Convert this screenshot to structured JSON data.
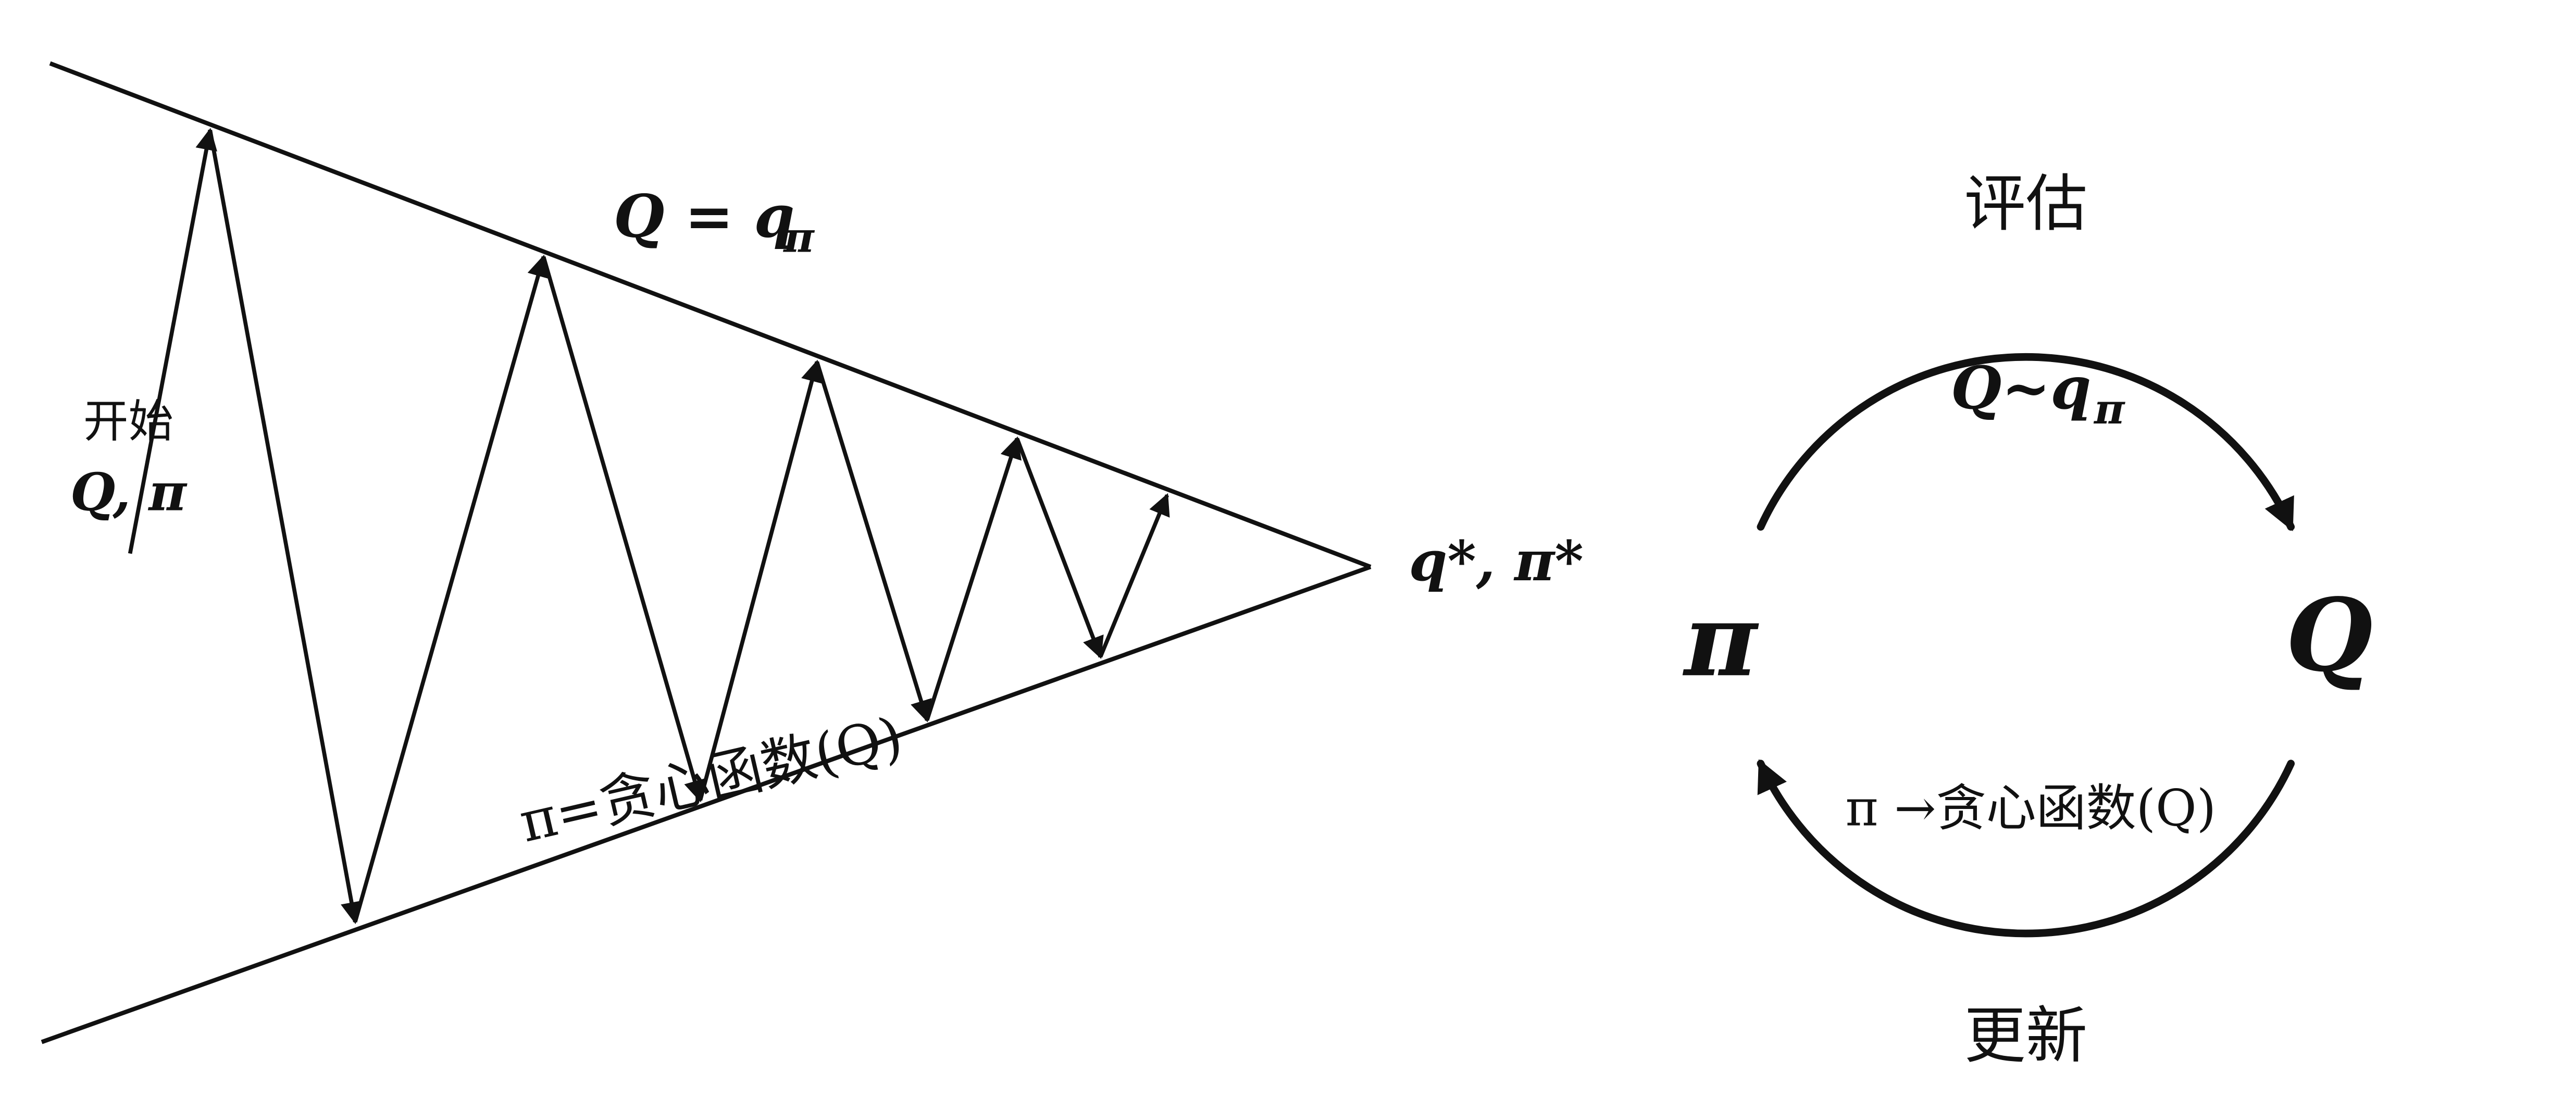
{
  "colors": {
    "background": "#ffffff",
    "ink": "#111111"
  },
  "left_diagram": {
    "start_label": "开始",
    "start_formula": "Q, π",
    "top_line_label_main": "Q = q",
    "top_line_label_sub": "π",
    "bottom_line_label": "π=贪心函数(Q)",
    "convergence_label": "q*, π*"
  },
  "right_diagram": {
    "top_label": "评估",
    "evaluate_formula_main": "Q~q",
    "evaluate_formula_sub": "π",
    "left_node": "π",
    "right_node": "Q",
    "update_formula": "π →贪心函数(Q)",
    "bottom_label": "更新"
  }
}
